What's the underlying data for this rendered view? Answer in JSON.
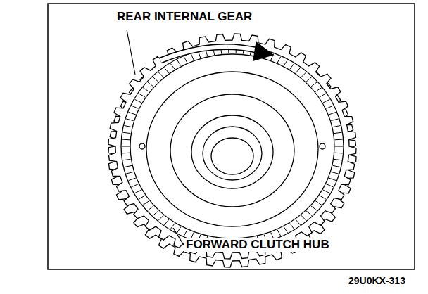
{
  "diagram": {
    "labels": [
      "REAR INTERNAL GEAR",
      "FORWARD CLUTCH HUB",
      "29U0KX-313"
    ]
  }
}
